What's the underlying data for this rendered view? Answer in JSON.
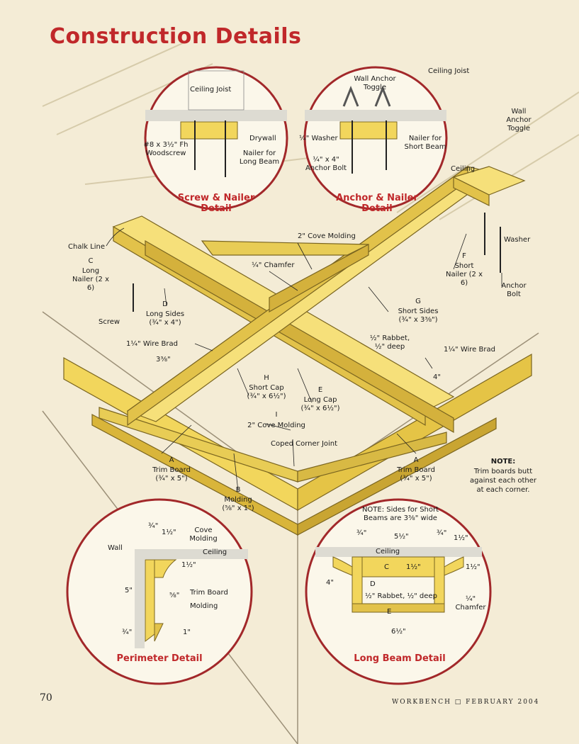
{
  "title": "Construction Details",
  "page_number": "70",
  "footer": "WORKBENCH □ FEBRUARY 2004",
  "colors": {
    "title_red": "#c0282a",
    "wood": "#f2d65c",
    "wood_dark": "#d9b53a",
    "ceiling": "#dddbd2",
    "background": "#f4ecd6"
  },
  "screw_nailer_detail": {
    "title": "Screw & Nailer Detail",
    "ceiling_joist": "Ceiling Joist",
    "woodscrew": "#8 x 3½\" Fh Woodscrew",
    "drywall": "Drywall",
    "nailer": "Nailer for Long Beam"
  },
  "anchor_nailer_detail": {
    "title": "Anchor & Nailer Detail",
    "toggle": "Wall Anchor Toggle",
    "washer": "¼\" Washer",
    "bolt": "¼\" x 4\" Anchor Bolt",
    "nailer": "Nailer for Short Beam"
  },
  "main": {
    "ceiling_joist": "Ceiling Joist",
    "wall_anchor_toggle": "Wall Anchor Toggle",
    "ceiling": "Ceiling",
    "washer": "Washer",
    "anchor_bolt": "Anchor Bolt",
    "chalk_line": "Chalk Line",
    "cove_molding_top": "2\" Cove Molding",
    "chamfer": "¼\" Chamfer",
    "long_nailer": {
      "letter": "C",
      "text": "Long Nailer (2 x 6)"
    },
    "short_nailer": {
      "letter": "F",
      "text": "Short Nailer (2 x 6)"
    },
    "long_sides": {
      "letter": "D",
      "text": "Long Sides (¾\" x 4\")"
    },
    "short_sides": {
      "letter": "G",
      "text": "Short Sides (¾\" x 3⅜\")"
    },
    "screw": "Screw",
    "wire_brad_left": "1¼\" Wire Brad",
    "wire_brad_right": "1¼\" Wire Brad",
    "rabbet": "½\" Rabbet, ½\" deep",
    "dim_338": "3⅜\"",
    "dim_4": "4\"",
    "short_cap": {
      "letter": "H",
      "text": "Short Cap (¾\" x 6½\")"
    },
    "long_cap": {
      "letter": "E",
      "text": "Long Cap (¾\" x 6½\")"
    },
    "cove_molding_bottom": {
      "letter": "I",
      "text": "2\" Cove Molding"
    },
    "coped_joint": "Coped Corner Joint",
    "trim_left": {
      "letter": "A",
      "text": "Trim Board (¾\" x 5\")"
    },
    "trim_right": {
      "letter": "A",
      "text": "Trim Board (¾\" x 5\")"
    },
    "molding": {
      "letter": "B",
      "text": "Molding (⅝\" x 1\")"
    },
    "note_title": "NOTE:",
    "note_text": "Trim boards butt against each other at each corner."
  },
  "perimeter_detail": {
    "title": "Perimeter Detail",
    "wall": "Wall",
    "ceiling": "Ceiling",
    "cove_molding": "Cove Molding",
    "trim_board": "Trim Board",
    "molding": "Molding",
    "dims": {
      "d34": "¾\"",
      "d112": "1½\"",
      "d112b": "1½\"",
      "d58": "⅝\"",
      "d5": "5\"",
      "d34b": "¾\"",
      "d1": "1\""
    }
  },
  "long_beam_detail": {
    "title": "Long Beam Detail",
    "note": "NOTE: Sides for Short Beams are 3⅜\" wide",
    "ceiling": "Ceiling",
    "c_label": "1½\"",
    "d_label": "½\" Rabbet, ½\" deep",
    "chamfer": "¼\" Chamfer",
    "dims": {
      "d34a": "¾\"",
      "d512": "5½\"",
      "d34b": "¾\"",
      "d112": "1½\"",
      "d112b": "1½\"",
      "d4": "4\"",
      "d612": "6½\""
    },
    "letters": {
      "c": "C",
      "d": "D",
      "e": "E"
    }
  }
}
